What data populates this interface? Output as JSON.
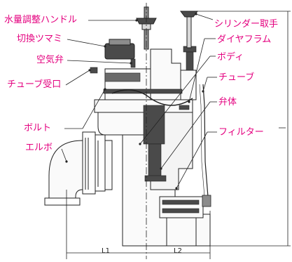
{
  "labels": {
    "handle": "水量調整ハンドル",
    "switch_knob": "切換ツマミ",
    "air_valve": "空気弁",
    "tube_port": "チューブ受口",
    "bolt": "ボルト",
    "elbow": "エルボ",
    "cylinder_handle": "シリンダー取手",
    "diaphragm": "ダイヤフラム",
    "body": "ボディ",
    "tube": "チューブ",
    "valve_body": "弁体",
    "filter": "フィルター"
  },
  "dims": {
    "l1": "L1",
    "l2": "L2"
  },
  "colors": {
    "label": "#e4007f",
    "leader": "#222222",
    "dark_fill": "#4a4a4a",
    "mid_fill": "#8c8c8c",
    "light_fill": "#d9d9d9"
  }
}
